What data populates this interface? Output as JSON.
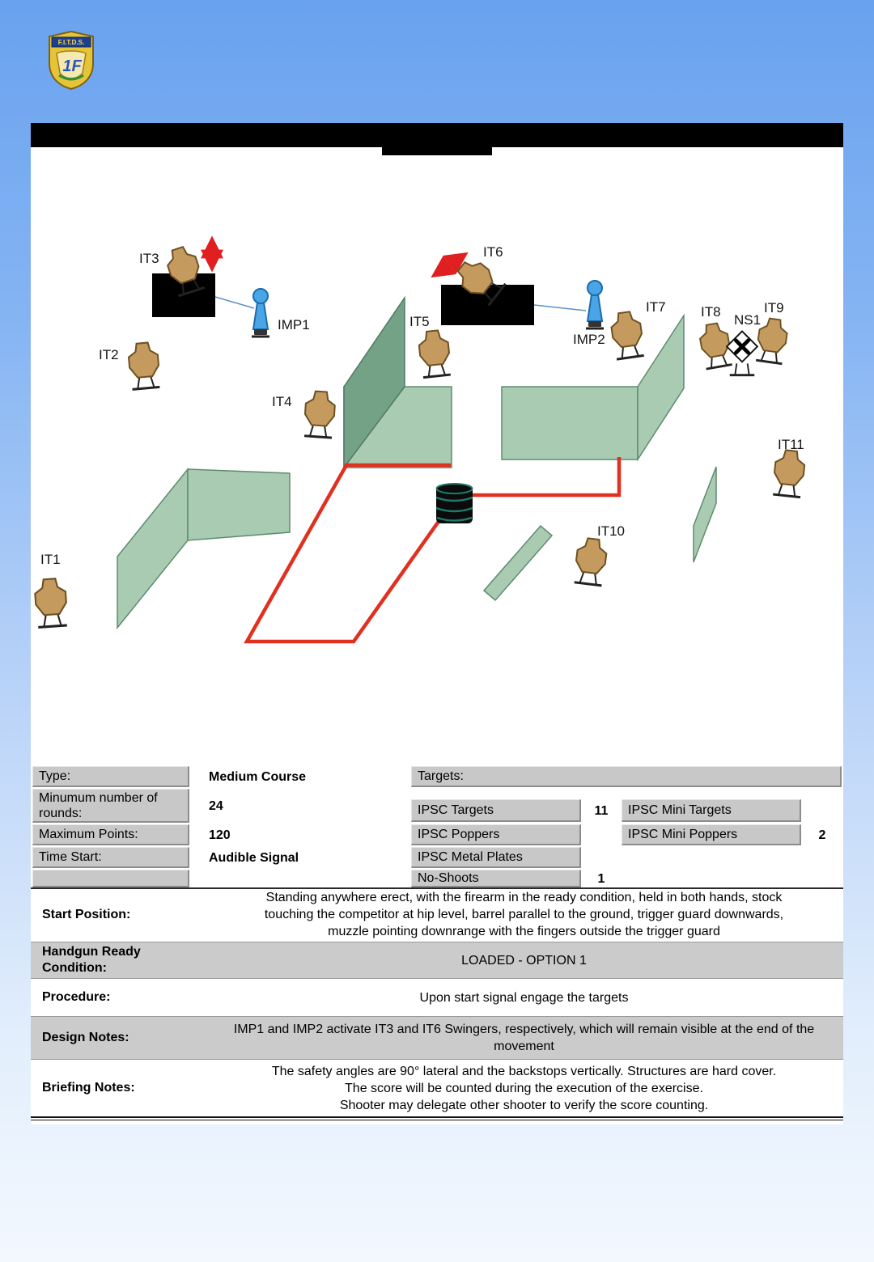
{
  "logo": {
    "text": "F.I.T.D.S.",
    "monogram": "1F"
  },
  "colors": {
    "fault_line": "#e03020",
    "wall_light": "#a9cbb1",
    "wall_dark": "#73a287",
    "popper_blue": "#49a5e6",
    "target_tan": "#c59a5f",
    "table_gray": "#c8c8c8"
  },
  "diagram": {
    "targets": [
      {
        "id": "it1",
        "label": "IT1",
        "type": "ipsc-target"
      },
      {
        "id": "it2",
        "label": "IT2",
        "type": "ipsc-target"
      },
      {
        "id": "it3",
        "label": "IT3",
        "type": "ipsc-target-swinger"
      },
      {
        "id": "it4",
        "label": "IT4",
        "type": "ipsc-target"
      },
      {
        "id": "it5",
        "label": "IT5",
        "type": "ipsc-target"
      },
      {
        "id": "it6",
        "label": "IT6",
        "type": "ipsc-target-swinger"
      },
      {
        "id": "it7",
        "label": "IT7",
        "type": "ipsc-target"
      },
      {
        "id": "it8",
        "label": "IT8",
        "type": "ipsc-target"
      },
      {
        "id": "it9",
        "label": "IT9",
        "type": "ipsc-target"
      },
      {
        "id": "it10",
        "label": "IT10",
        "type": "ipsc-target"
      },
      {
        "id": "it11",
        "label": "IT11",
        "type": "ipsc-target"
      },
      {
        "id": "ns1",
        "label": "NS1",
        "type": "no-shoot"
      }
    ],
    "poppers": [
      {
        "id": "imp1",
        "label": "IMP1",
        "type": "ipsc-mini-popper"
      },
      {
        "id": "imp2",
        "label": "IMP2",
        "type": "ipsc-mini-popper"
      }
    ]
  },
  "stage_info": {
    "type_label": "Type:",
    "type_value": "Medium Course",
    "min_rounds_label": "Minumum number of rounds:",
    "min_rounds_value": "24",
    "max_points_label": "Maximum Points:",
    "max_points_value": "120",
    "time_start_label": "Time Start:",
    "time_start_value": "Audible Signal",
    "empty": "",
    "targets_label": "Targets:",
    "ipsc_targets_label": "IPSC Targets",
    "ipsc_targets_count": "11",
    "ipsc_mini_targets_label": "IPSC Mini Targets",
    "ipsc_mini_targets_count": "",
    "ipsc_poppers_label": "IPSC Poppers",
    "ipsc_poppers_count": "",
    "ipsc_mini_poppers_label": "IPSC Mini Poppers",
    "ipsc_mini_poppers_count": "2",
    "ipsc_metal_plates_label": "IPSC Metal Plates",
    "ipsc_metal_plates_count": "",
    "no_shoots_label": "No-Shoots",
    "no_shoots_count": "1"
  },
  "briefing": {
    "start_position_label": "Start Position:",
    "start_position_text": "Standing anywhere erect, with the firearm in the ready condition, held in both hands, stock touching the competitor at hip level, barrel parallel to the ground, trigger guard downwards, muzzle pointing downrange with the fingers outside the trigger guard",
    "handgun_label": "Handgun Ready Condition:",
    "handgun_value": "LOADED - OPTION 1",
    "procedure_label": "Procedure:",
    "procedure_text": "Upon start signal engage the targets",
    "design_notes_label": "Design Notes:",
    "design_notes_text": "IMP1 and IMP2 activate IT3 and IT6 Swingers, respectively, which will remain visible at the end of the movement",
    "briefing_notes_label": "Briefing Notes:",
    "briefing_notes_lines": [
      "The safety angles are 90° lateral and the backstops vertically. Structures are hard cover.",
      "The score will be counted during the execution of the exercise.",
      "Shooter may delegate other shooter to verify the score counting."
    ]
  }
}
